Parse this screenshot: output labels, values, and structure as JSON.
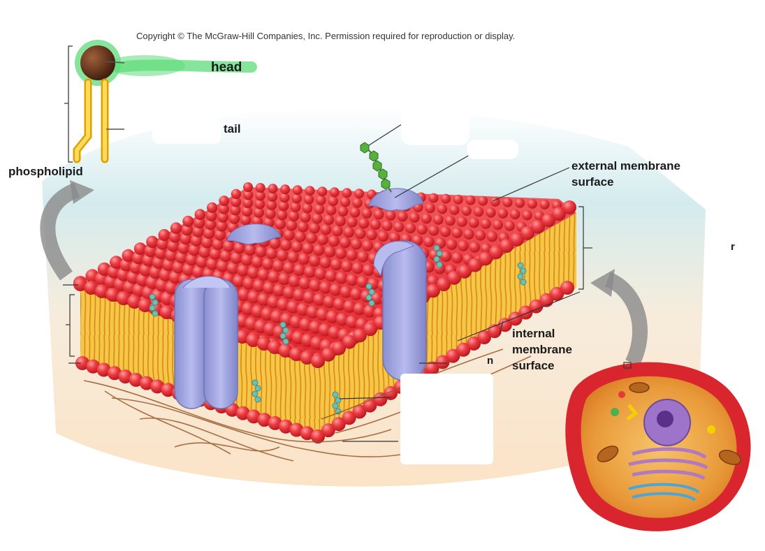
{
  "copyright": "Copyright © The McGraw-Hill Companies, Inc. Permission required for reproduction or display.",
  "labels": {
    "head": "head",
    "tail": "tail",
    "phospholipid": "phospholipid",
    "external_membrane_surface": [
      "external membrane",
      "surface"
    ],
    "internal_membrane_surface": [
      "internal",
      "membrane",
      "surface"
    ],
    "fragment_right": "r",
    "fragment_near_protein": "n"
  },
  "colors": {
    "phospholipid_head": "#e8323a",
    "fatty_acid_tail": "#f2b21a",
    "protein": "#9fa4dc",
    "cholesterol": "#6cc0b4",
    "glycolipid_chain": "#56b23c",
    "highlight": "#5fdc7a",
    "arrow": "#8a8a8a"
  }
}
